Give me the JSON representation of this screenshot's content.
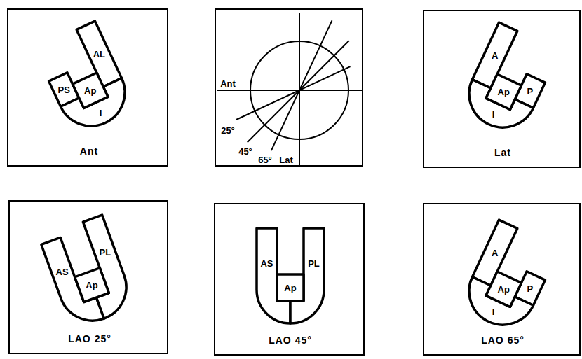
{
  "diagram": {
    "nodes": [
      {
        "text": [
          "Ant"
        ]
      },
      {
        "text": [
          "AL"
        ],
        "in": 0
      },
      {
        "text": [
          "PS"
        ],
        "in": 0
      },
      {
        "text": [
          "Ap"
        ],
        "in": 0
      },
      {
        "text": [
          "I"
        ],
        "in": 0
      },
      {
        "text": [
          "Ant",
          "25°",
          "45°",
          "65°",
          "Lat"
        ]
      },
      {
        "text": [
          "Lat"
        ]
      },
      {
        "text": [
          "A"
        ],
        "in": 6
      },
      {
        "text": [
          "Ap"
        ],
        "in": 6
      },
      {
        "text": [
          "I"
        ],
        "in": 6
      },
      {
        "text": [
          "P"
        ],
        "in": 6
      },
      {
        "text": [
          "LAO 25°"
        ]
      },
      {
        "text": [
          "AS"
        ],
        "in": 11
      },
      {
        "text": [
          "Ap"
        ],
        "in": 11
      },
      {
        "text": [
          "PL"
        ],
        "in": 11
      },
      {
        "text": [
          "LAO 45°"
        ]
      },
      {
        "text": [
          "AS"
        ],
        "in": 15
      },
      {
        "text": [
          "Ap"
        ],
        "in": 15
      },
      {
        "text": [
          "PL"
        ],
        "in": 15
      },
      {
        "text": [
          "LAO 65°"
        ]
      },
      {
        "text": [
          "A"
        ],
        "in": 19
      },
      {
        "text": [
          "P"
        ],
        "in": 19
      },
      {
        "text": [
          "Ap"
        ],
        "in": 19
      },
      {
        "text": [
          "I"
        ],
        "in": 19
      }
    ]
  }
}
